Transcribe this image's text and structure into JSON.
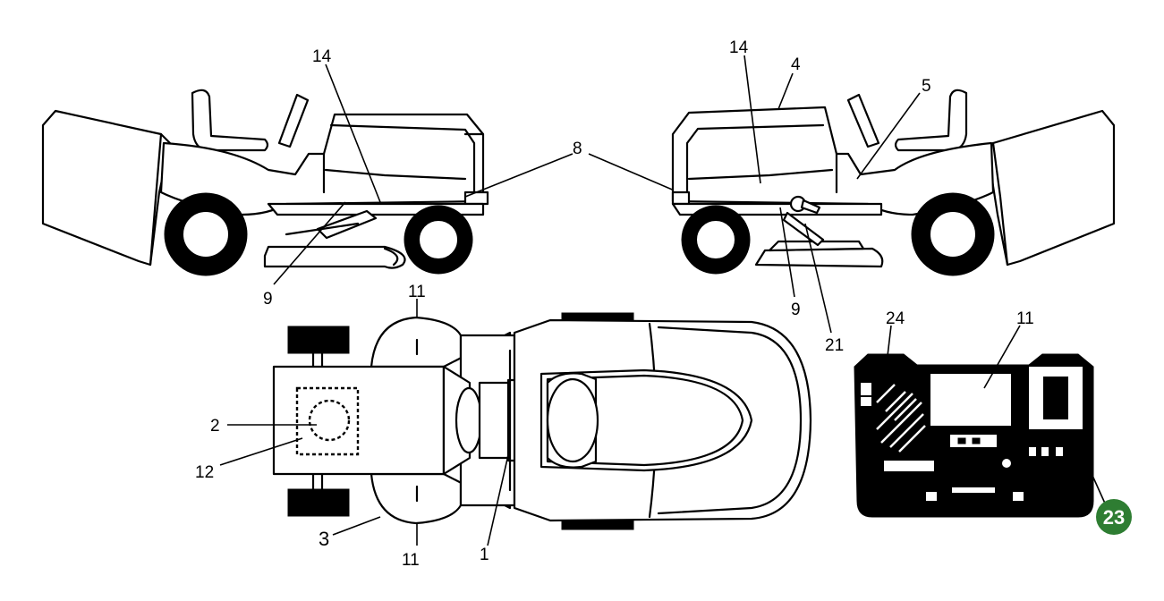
{
  "labels": {
    "left_mower": {
      "top": "14",
      "bottom": "9",
      "side": "8"
    },
    "right_mower": {
      "top_a": "14",
      "top_b": "4",
      "top_c": "5",
      "bottom_a": "9",
      "bottom_b": "21"
    },
    "top_view": {
      "top": "11",
      "bottom": "11",
      "left_a": "2",
      "left_b": "12",
      "left_c": "3",
      "under": "1"
    },
    "decal": {
      "top_left": "24",
      "top_mid": "11",
      "badge": "23"
    }
  },
  "colors": {
    "badge_fill": "#2e7d32",
    "line": "#000000",
    "background": "#ffffff"
  }
}
